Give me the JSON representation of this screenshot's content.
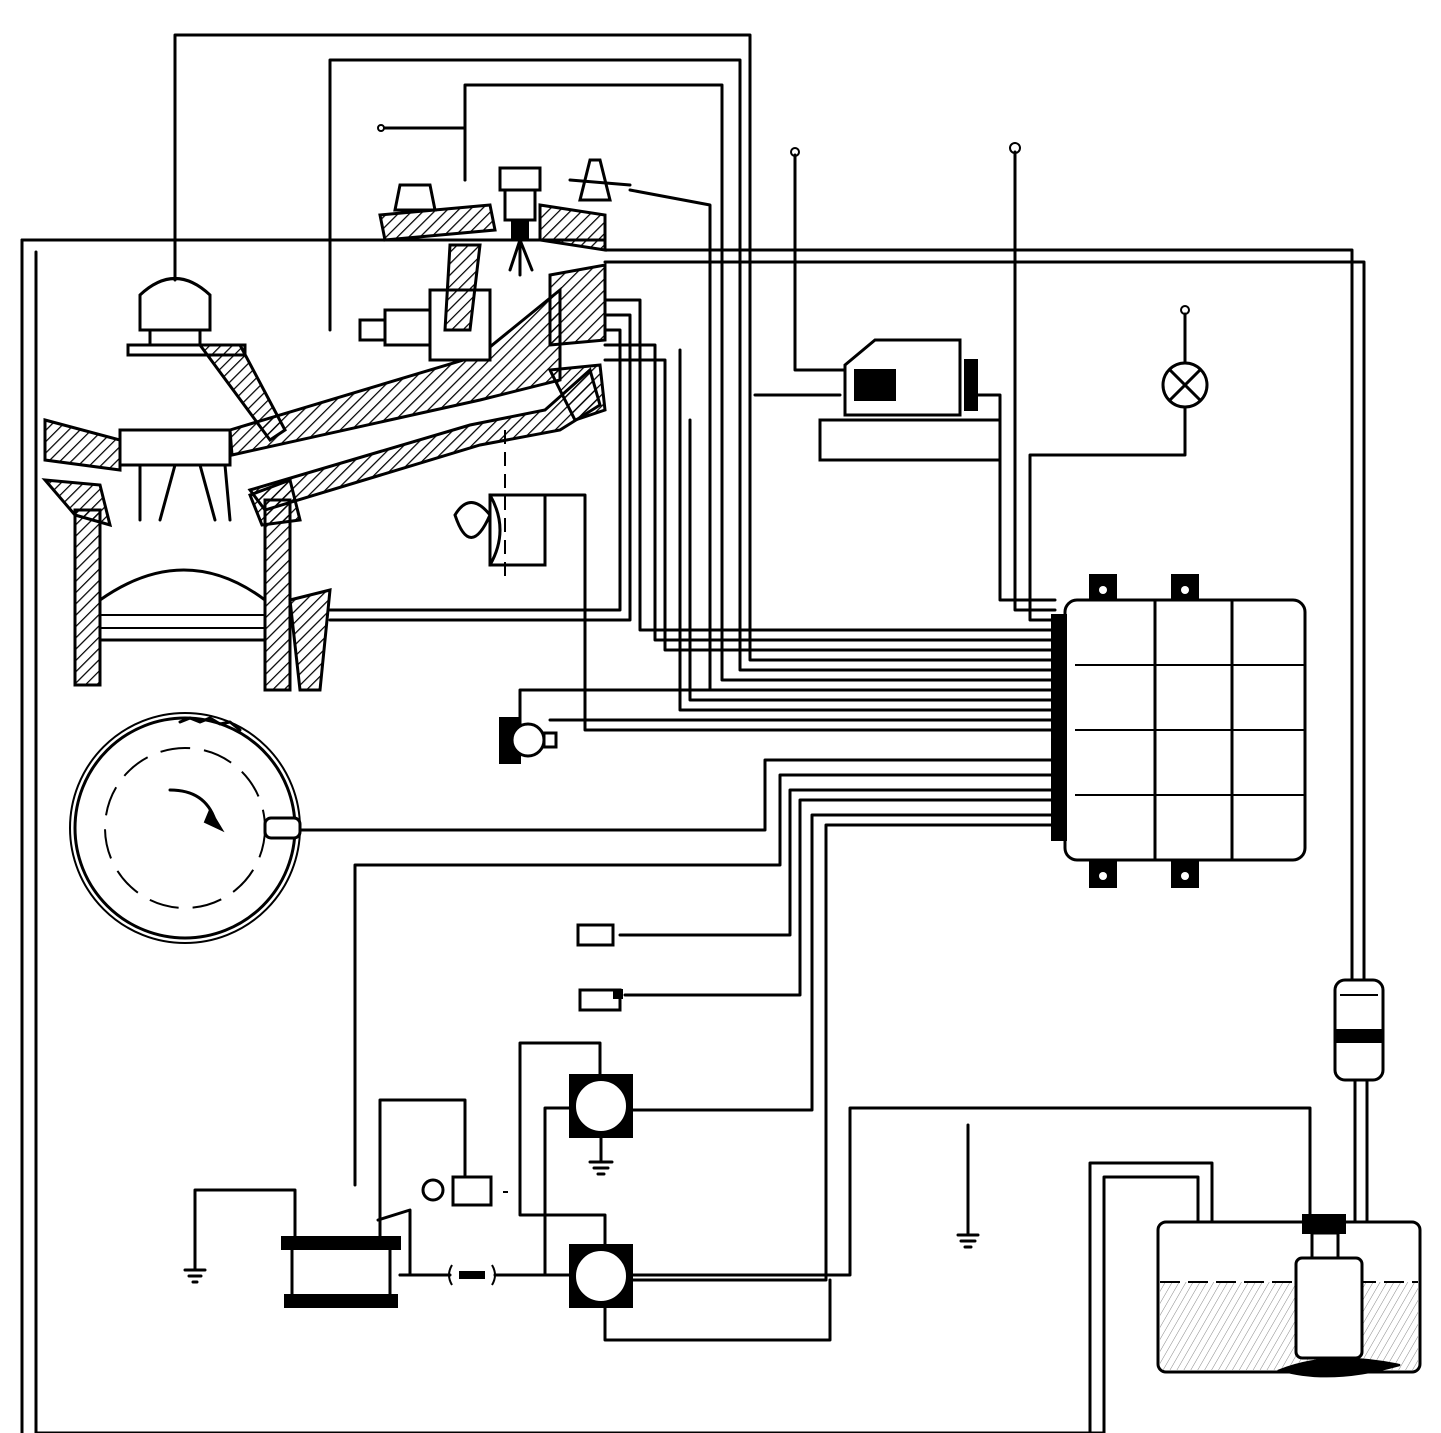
{
  "diagram": {
    "components": [
      {
        "id": "ecu",
        "icon": "control-unit-icon"
      },
      {
        "id": "injector",
        "icon": "fuel-injector-icon"
      },
      {
        "id": "distributor",
        "icon": "distributor-icon"
      },
      {
        "id": "ignition-coil",
        "icon": "ignition-coil-icon"
      },
      {
        "id": "warning-lamp",
        "icon": "lamp-icon"
      },
      {
        "id": "flywheel",
        "icon": "flywheel-icon"
      },
      {
        "id": "crank-sensor",
        "icon": "sensor-icon"
      },
      {
        "id": "throttle-body",
        "icon": "throttle-icon"
      },
      {
        "id": "battery",
        "icon": "battery-icon"
      },
      {
        "id": "fuel-relay",
        "icon": "relay-icon"
      },
      {
        "id": "main-relay",
        "icon": "relay-icon"
      },
      {
        "id": "fuel-filter",
        "icon": "filter-icon"
      },
      {
        "id": "fuel-tank",
        "icon": "tank-icon"
      },
      {
        "id": "fuel-pump",
        "icon": "pump-icon"
      },
      {
        "id": "fuse",
        "icon": "fuse-icon"
      },
      {
        "id": "ground",
        "icon": "ground-icon"
      }
    ]
  }
}
